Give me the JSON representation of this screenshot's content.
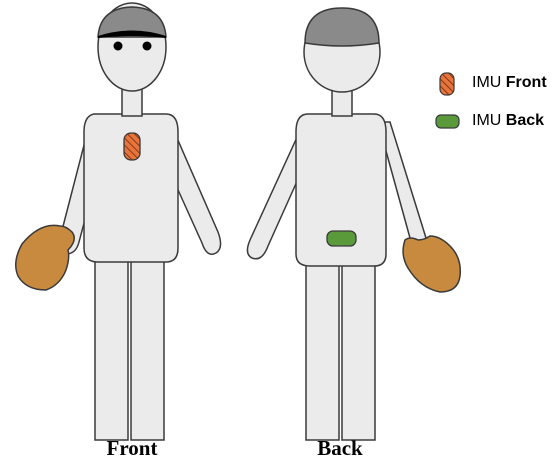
{
  "captions": {
    "front": "Front",
    "back": "Back"
  },
  "legend": {
    "front": {
      "prefix": "IMU ",
      "bold": "Front"
    },
    "back": {
      "prefix": "IMU ",
      "bold": "Back"
    }
  },
  "colors": {
    "body_fill": "#ebebeb",
    "outline": "#3a3a3a",
    "hair": "#8a8a8a",
    "glove": "#c88a3e",
    "imu_front": "#e8743b",
    "imu_back": "#5a9a3a"
  }
}
